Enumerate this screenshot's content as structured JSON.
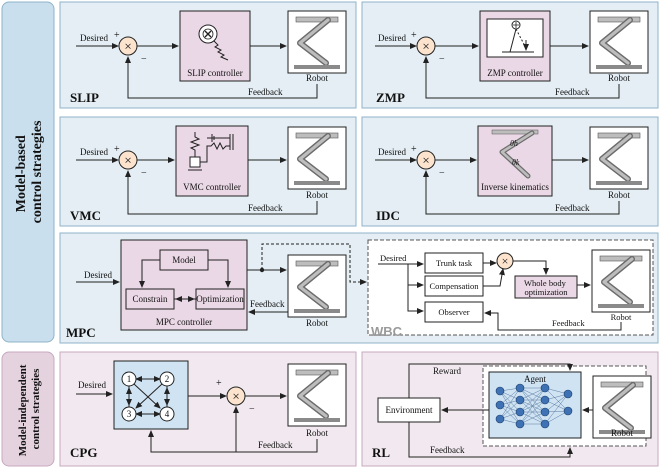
{
  "colors": {
    "model_based_bg": "#e4eef4",
    "model_based_border": "#8fb3c8",
    "model_based_label_bg": "#c9dfee",
    "model_independent_bg": "#f1e9ef",
    "model_independent_border": "#c7a8bf",
    "model_independent_label_bg": "#e4d2df",
    "controller_fill": "#ead8e6",
    "cpg_fill": "#cfe3f3",
    "summing_fill": "#fbe3cd",
    "block_fill": "#ffffff"
  },
  "side_labels": {
    "model_based": [
      "Model-based",
      "control strategies"
    ],
    "model_independent": [
      "Model-independent",
      "control strategies"
    ]
  },
  "common": {
    "desired": "Desired",
    "plus": "+",
    "minus": "−",
    "feedback": "Feedback",
    "robot": "Robot",
    "sum_symbol": "×"
  },
  "panels": {
    "slip": {
      "name": "SLIP",
      "controller": "SLIP controller"
    },
    "zmp": {
      "name": "ZMP",
      "controller": "ZMP controller"
    },
    "vmc": {
      "name": "VMC",
      "controller": "VMC controller"
    },
    "idc": {
      "name": "IDC",
      "controller": "Inverse kinematics",
      "theta_k": "θk",
      "theta_h": "θh"
    },
    "mpc": {
      "name": "MPC",
      "controller": "MPC controller",
      "model": "Model",
      "constrain": "Constrain",
      "optimization": "Optimization"
    },
    "wbc": {
      "name": "WBC",
      "desired": "Desired",
      "trunk_task": "Trunk task",
      "compensation": "Compensation",
      "observer": "Observer",
      "whole_body": [
        "Whole body",
        "optimization"
      ],
      "feedback": "Feedback",
      "robot": "Robot"
    },
    "cpg": {
      "name": "CPG",
      "nodes": [
        "1",
        "2",
        "3",
        "4"
      ]
    },
    "rl": {
      "name": "RL",
      "reward": "Reward",
      "agent": "Agent",
      "environment": "Environment",
      "feedback": "Feedback"
    }
  },
  "icons": {
    "slip_controller": "magnifier-spring-icon",
    "zmp_controller": "zmp-pendulum-icon",
    "vmc_controller": "spring-damper-icon",
    "idc_controller": "leg-joint-angles-icon",
    "robot": "robot-leg-icon",
    "rl_agent": "neural-network-icon"
  }
}
